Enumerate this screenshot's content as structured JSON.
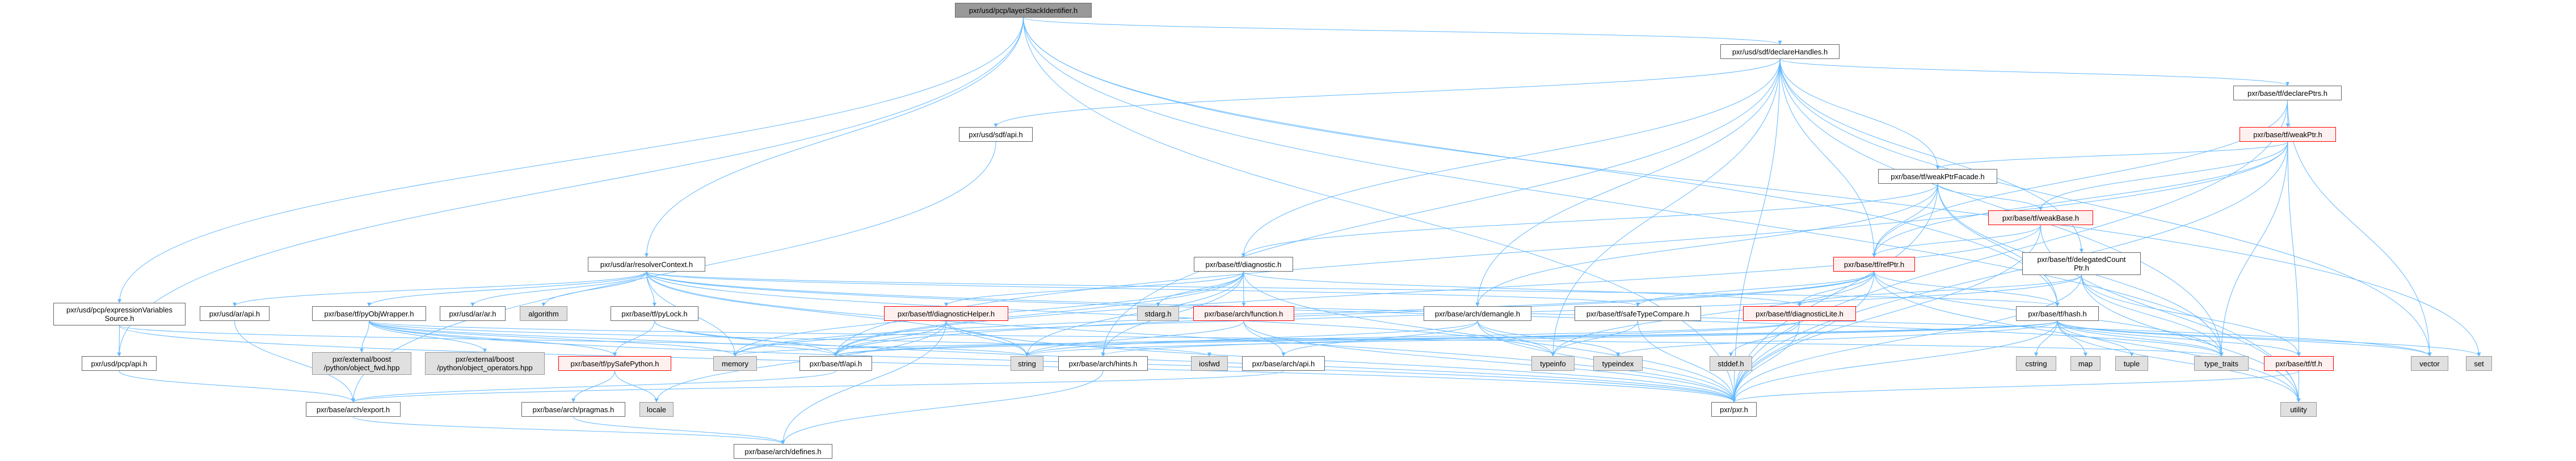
{
  "graph": {
    "edge_color": "#63b8ff",
    "nodes": [
      {
        "id": "lsi",
        "label": "pxr/usd/pcp/layerStackIdentifier.h",
        "style": "root"
      },
      {
        "id": "declHandles",
        "label": "pxr/usd/sdf/declareHandles.h",
        "style": "normal"
      },
      {
        "id": "sdfApi",
        "label": "pxr/usd/sdf/api.h",
        "style": "normal"
      },
      {
        "id": "declPtrs",
        "label": "pxr/base/tf/declarePtrs.h",
        "style": "normal"
      },
      {
        "id": "weakPtr",
        "label": "pxr/base/tf/weakPtr.h",
        "style": "red"
      },
      {
        "id": "weakPtrFacade",
        "label": "pxr/base/tf/weakPtrFacade.h",
        "style": "normal"
      },
      {
        "id": "weakBase",
        "label": "pxr/base/tf/weakBase.h",
        "style": "red"
      },
      {
        "id": "delegated",
        "label": "pxr/base/tf/delegatedCount\nPtr.h",
        "style": "normal"
      },
      {
        "id": "exprVars",
        "label": "pxr/usd/pcp/expressionVariables\nSource.h",
        "style": "normal"
      },
      {
        "id": "resolverCtx",
        "label": "pxr/usd/ar/resolverContext.h",
        "style": "normal"
      },
      {
        "id": "diagnostic",
        "label": "pxr/base/tf/diagnostic.h",
        "style": "normal"
      },
      {
        "id": "refPtr",
        "label": "pxr/base/tf/refPtr.h",
        "style": "red"
      },
      {
        "id": "arApi",
        "label": "pxr/usd/ar/api.h",
        "style": "normal"
      },
      {
        "id": "pyObjWrapper",
        "label": "pxr/base/tf/pyObjWrapper.h",
        "style": "normal"
      },
      {
        "id": "arAr",
        "label": "pxr/usd/ar/ar.h",
        "style": "normal"
      },
      {
        "id": "algorithm",
        "label": "algorithm",
        "style": "gray"
      },
      {
        "id": "pyLock",
        "label": "pxr/base/tf/pyLock.h",
        "style": "normal"
      },
      {
        "id": "diagHelper",
        "label": "pxr/base/tf/diagnosticHelper.h",
        "style": "red"
      },
      {
        "id": "stdarg",
        "label": "stdarg.h",
        "style": "gray"
      },
      {
        "id": "function",
        "label": "pxr/base/arch/function.h",
        "style": "red"
      },
      {
        "id": "demangle",
        "label": "pxr/base/arch/demangle.h",
        "style": "normal"
      },
      {
        "id": "safeType",
        "label": "pxr/base/tf/safeTypeCompare.h",
        "style": "normal"
      },
      {
        "id": "diagLite",
        "label": "pxr/base/tf/diagnosticLite.h",
        "style": "red"
      },
      {
        "id": "hash",
        "label": "pxr/base/tf/hash.h",
        "style": "normal"
      },
      {
        "id": "pcpApi",
        "label": "pxr/usd/pcp/api.h",
        "style": "normal"
      },
      {
        "id": "objFwd",
        "label": "pxr/external/boost\n/python/object_fwd.hpp",
        "style": "gray"
      },
      {
        "id": "objOps",
        "label": "pxr/external/boost\n/python/object_operators.hpp",
        "style": "gray"
      },
      {
        "id": "pySafe",
        "label": "pxr/base/tf/pySafePython.h",
        "style": "red"
      },
      {
        "id": "memory",
        "label": "memory",
        "style": "gray"
      },
      {
        "id": "tfApi",
        "label": "pxr/base/tf/api.h",
        "style": "normal"
      },
      {
        "id": "string",
        "label": "string",
        "style": "gray"
      },
      {
        "id": "hints",
        "label": "pxr/base/arch/hints.h",
        "style": "normal"
      },
      {
        "id": "iosfwd",
        "label": "iosfwd",
        "style": "gray"
      },
      {
        "id": "archApi",
        "label": "pxr/base/arch/api.h",
        "style": "normal"
      },
      {
        "id": "typeinfo",
        "label": "typeinfo",
        "style": "gray"
      },
      {
        "id": "typeindex",
        "label": "typeindex",
        "style": "gray"
      },
      {
        "id": "stddef",
        "label": "stddef.h",
        "style": "gray"
      },
      {
        "id": "cstring",
        "label": "cstring",
        "style": "gray"
      },
      {
        "id": "map",
        "label": "map",
        "style": "gray"
      },
      {
        "id": "tuple",
        "label": "tuple",
        "style": "gray"
      },
      {
        "id": "typeTraits",
        "label": "type_traits",
        "style": "gray"
      },
      {
        "id": "tfTf",
        "label": "pxr/base/tf/tf.h",
        "style": "red"
      },
      {
        "id": "vector",
        "label": "vector",
        "style": "gray"
      },
      {
        "id": "set",
        "label": "set",
        "style": "gray"
      },
      {
        "id": "export",
        "label": "pxr/base/arch/export.h",
        "style": "normal"
      },
      {
        "id": "pragmas",
        "label": "pxr/base/arch/pragmas.h",
        "style": "normal"
      },
      {
        "id": "locale",
        "label": "locale",
        "style": "gray"
      },
      {
        "id": "pxr",
        "label": "pxr/pxr.h",
        "style": "normal"
      },
      {
        "id": "utility",
        "label": "utility",
        "style": "gray"
      },
      {
        "id": "defines",
        "label": "pxr/base/arch/defines.h",
        "style": "normal"
      }
    ],
    "edges": [
      [
        "lsi",
        "pcpApi"
      ],
      [
        "lsi",
        "exprVars"
      ],
      [
        "lsi",
        "resolverCtx"
      ],
      [
        "lsi",
        "declHandles"
      ],
      [
        "lsi",
        "pxr"
      ],
      [
        "lsi",
        "hash"
      ],
      [
        "lsi",
        "set"
      ],
      [
        "lsi",
        "utility"
      ],
      [
        "declHandles",
        "sdfApi"
      ],
      [
        "declHandles",
        "diagnostic"
      ],
      [
        "declHandles",
        "hints"
      ],
      [
        "declHandles",
        "demangle"
      ],
      [
        "declHandles",
        "typeinfo"
      ],
      [
        "declHandles",
        "weakPtrFacade"
      ],
      [
        "declHandles",
        "declPtrs"
      ],
      [
        "declHandles",
        "refPtr"
      ],
      [
        "declHandles",
        "delegated"
      ],
      [
        "declHandles",
        "pxr"
      ],
      [
        "declHandles",
        "vector"
      ],
      [
        "declHandles",
        "typeTraits"
      ],
      [
        "sdfApi",
        "export"
      ],
      [
        "declPtrs",
        "weakPtr"
      ],
      [
        "declPtrs",
        "pxr"
      ],
      [
        "declPtrs",
        "vector"
      ],
      [
        "declPtrs",
        "refPtr"
      ],
      [
        "weakPtr",
        "weakPtrFacade"
      ],
      [
        "weakPtr",
        "weakBase"
      ],
      [
        "weakPtr",
        "refPtr"
      ],
      [
        "weakPtr",
        "tfTf"
      ],
      [
        "weakPtr",
        "typeTraits"
      ],
      [
        "weakPtr",
        "pxr"
      ],
      [
        "weakPtr",
        "tfApi"
      ],
      [
        "weakPtrFacade",
        "refPtr"
      ],
      [
        "weakPtrFacade",
        "weakBase"
      ],
      [
        "weakPtrFacade",
        "hash"
      ],
      [
        "weakPtrFacade",
        "demangle"
      ],
      [
        "weakPtrFacade",
        "pxr"
      ],
      [
        "weakPtrFacade",
        "typeTraits"
      ],
      [
        "weakPtrFacade",
        "diagnostic"
      ],
      [
        "weakBase",
        "refPtr"
      ],
      [
        "weakBase",
        "tfApi"
      ],
      [
        "weakBase",
        "utility"
      ],
      [
        "weakBase",
        "pxr"
      ],
      [
        "delegated",
        "diagLite"
      ],
      [
        "delegated",
        "typeTraits"
      ],
      [
        "delegated",
        "tfTf"
      ],
      [
        "delegated",
        "utility"
      ],
      [
        "delegated",
        "memory"
      ],
      [
        "delegated",
        "pxr"
      ],
      [
        "exprVars",
        "pcpApi"
      ],
      [
        "exprVars",
        "pxr"
      ],
      [
        "exprVars",
        "string"
      ],
      [
        "pcpApi",
        "export"
      ],
      [
        "arApi",
        "export"
      ],
      [
        "resolverCtx",
        "arApi"
      ],
      [
        "resolverCtx",
        "pyObjWrapper"
      ],
      [
        "resolverCtx",
        "arAr"
      ],
      [
        "resolverCtx",
        "algorithm"
      ],
      [
        "resolverCtx",
        "pyLock"
      ],
      [
        "resolverCtx",
        "memory"
      ],
      [
        "resolverCtx",
        "string"
      ],
      [
        "resolverCtx",
        "safeType"
      ],
      [
        "resolverCtx",
        "hash"
      ],
      [
        "resolverCtx",
        "pxr"
      ],
      [
        "resolverCtx",
        "typeinfo"
      ],
      [
        "resolverCtx",
        "typeTraits"
      ],
      [
        "resolverCtx",
        "vector"
      ],
      [
        "pyObjWrapper",
        "objFwd"
      ],
      [
        "pyObjWrapper",
        "objOps"
      ],
      [
        "pyObjWrapper",
        "pySafe"
      ],
      [
        "pyObjWrapper",
        "tfApi"
      ],
      [
        "pyObjWrapper",
        "memory"
      ],
      [
        "pyObjWrapper",
        "iosfwd"
      ],
      [
        "pyObjWrapper",
        "pxr"
      ],
      [
        "pyObjWrapper",
        "typeTraits"
      ],
      [
        "pySafe",
        "pragmas"
      ],
      [
        "pySafe",
        "locale"
      ],
      [
        "pyLock",
        "pySafe"
      ],
      [
        "pyLock",
        "tfApi"
      ],
      [
        "pyLock",
        "pxr"
      ],
      [
        "diagnostic",
        "diagHelper"
      ],
      [
        "diagnostic",
        "stdarg"
      ],
      [
        "diagnostic",
        "function"
      ],
      [
        "diagnostic",
        "string"
      ],
      [
        "diagnostic",
        "tfApi"
      ],
      [
        "diagnostic",
        "hints"
      ],
      [
        "diagnostic",
        "diagLite"
      ],
      [
        "diagnostic",
        "pxr"
      ],
      [
        "diagnostic",
        "memory"
      ],
      [
        "diagHelper",
        "tfApi"
      ],
      [
        "diagHelper",
        "string"
      ],
      [
        "diagHelper",
        "defines"
      ],
      [
        "diagHelper",
        "locale"
      ],
      [
        "diagHelper",
        "pxr"
      ],
      [
        "function",
        "archApi"
      ],
      [
        "function",
        "string"
      ],
      [
        "function",
        "pxr"
      ],
      [
        "refPtr",
        "diagLite"
      ],
      [
        "refPtr",
        "safeType"
      ],
      [
        "refPtr",
        "typeinfo"
      ],
      [
        "refPtr",
        "tfApi"
      ],
      [
        "refPtr",
        "hash"
      ],
      [
        "refPtr",
        "typeTraits"
      ],
      [
        "refPtr",
        "utility"
      ],
      [
        "refPtr",
        "pxr"
      ],
      [
        "refPtr",
        "memory"
      ],
      [
        "demangle",
        "archApi"
      ],
      [
        "demangle",
        "typeinfo"
      ],
      [
        "demangle",
        "typeindex"
      ],
      [
        "demangle",
        "string"
      ],
      [
        "demangle",
        "pxr"
      ],
      [
        "safeType",
        "typeinfo"
      ],
      [
        "safeType",
        "pxr"
      ],
      [
        "diagLite",
        "stddef"
      ],
      [
        "diagLite",
        "pxr"
      ],
      [
        "diagLite",
        "tfApi"
      ],
      [
        "diagLite",
        "hints"
      ],
      [
        "hash",
        "cstring"
      ],
      [
        "hash",
        "map"
      ],
      [
        "hash",
        "tuple"
      ],
      [
        "hash",
        "typeTraits"
      ],
      [
        "hash",
        "tfTf"
      ],
      [
        "hash",
        "vector"
      ],
      [
        "hash",
        "set"
      ],
      [
        "hash",
        "utility"
      ],
      [
        "hash",
        "string"
      ],
      [
        "hash",
        "memory"
      ],
      [
        "hash",
        "tfApi"
      ],
      [
        "hash",
        "pxr"
      ],
      [
        "hash",
        "typeindex"
      ],
      [
        "tfTf",
        "utility"
      ],
      [
        "tfTf",
        "pxr"
      ],
      [
        "tfApi",
        "export"
      ],
      [
        "hints",
        "defines"
      ],
      [
        "archApi",
        "export"
      ],
      [
        "export",
        "defines"
      ],
      [
        "pragmas",
        "defines"
      ]
    ]
  }
}
